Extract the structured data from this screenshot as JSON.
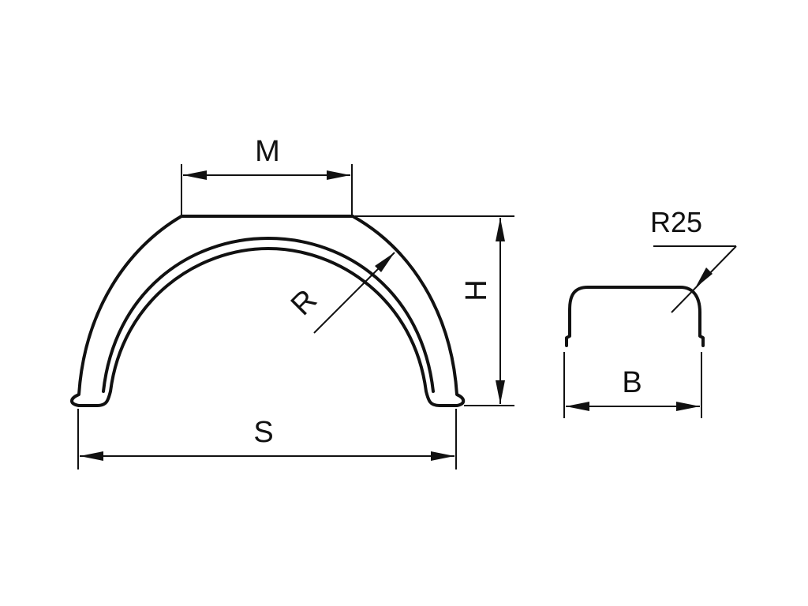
{
  "dimensions": {
    "top_width_label": "M",
    "overall_span_label": "S",
    "height_label": "H",
    "radius_label": "R",
    "profile_width_label": "B",
    "profile_corner_radius_label": "R25"
  },
  "colors": {
    "line": "#111111",
    "background": "#ffffff"
  }
}
